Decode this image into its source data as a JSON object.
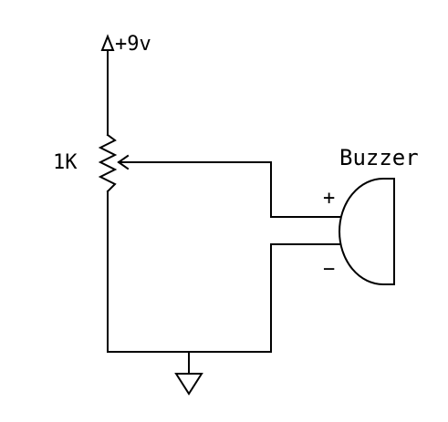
{
  "diagram": {
    "supply_label": "+9v",
    "pot_label": "1K",
    "buzzer_label": "Buzzer",
    "positive_label": "+",
    "negative_label": "−",
    "components": {
      "supply": "voltage-source-arrow-icon",
      "potentiometer": "potentiometer-zigzag-icon",
      "buzzer": "buzzer-icon",
      "ground": "ground-triangle-icon"
    },
    "line_color": "#000000",
    "background": "#ffffff"
  }
}
